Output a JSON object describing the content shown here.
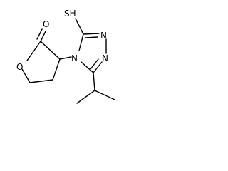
{
  "molecule": {
    "atoms": {
      "thiol": "SH",
      "carbonyl_o": "O",
      "ring_o": "O",
      "n4": "N",
      "n_upper": "N",
      "n_lower": "N"
    }
  }
}
